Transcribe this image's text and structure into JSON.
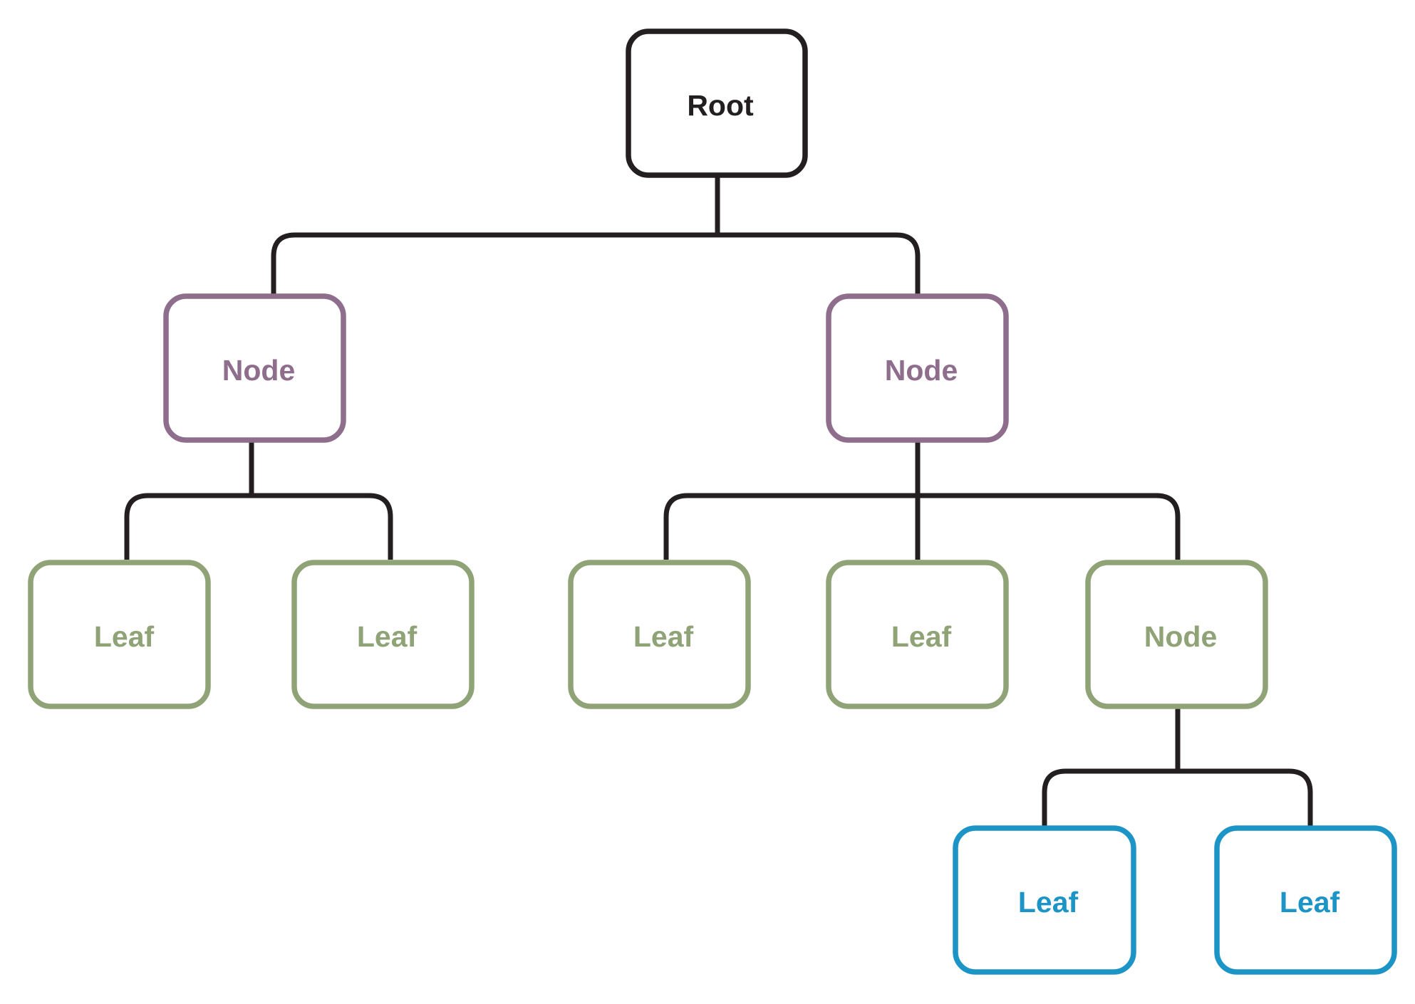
{
  "colors": {
    "connector": "#231f20",
    "root": "#231f20",
    "node": "#8f6d8c",
    "leaf": "#8fa377",
    "deep_leaf": "#1d94c6"
  },
  "tree": {
    "root": {
      "label": "Root",
      "color": "root"
    },
    "node_left": {
      "label": "Node",
      "color": "node"
    },
    "node_right": {
      "label": "Node",
      "color": "node"
    },
    "leaf_1": {
      "label": "Leaf",
      "color": "leaf"
    },
    "leaf_2": {
      "label": "Leaf",
      "color": "leaf"
    },
    "leaf_3": {
      "label": "Leaf",
      "color": "leaf"
    },
    "leaf_4": {
      "label": "Leaf",
      "color": "leaf"
    },
    "node_sub": {
      "label": "Node",
      "color": "leaf"
    },
    "leaf_5": {
      "label": "Leaf",
      "color": "deep_leaf"
    },
    "leaf_6": {
      "label": "Leaf",
      "color": "deep_leaf"
    }
  }
}
